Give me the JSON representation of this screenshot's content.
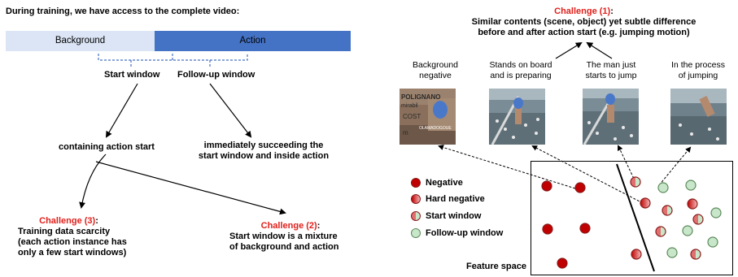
{
  "left": {
    "heading": "During training, we have access to the complete video:",
    "bar_background": "Background",
    "bar_action": "Action",
    "start_window": "Start window",
    "followup_window": "Follow-up window",
    "containing": "containing action start",
    "succeeding_l1": "immediately succeeding the",
    "succeeding_l2": "start window and inside action",
    "challenge3_title": "Challenge (3)",
    "challenge3_l1": "Training data scarcity",
    "challenge3_l2": "(each action instance has",
    "challenge3_l3": "only a few start windows)",
    "challenge2_title": "Challenge (2)",
    "challenge2_l1": "Start window is a mixture",
    "challenge2_l2": "of background and action"
  },
  "right": {
    "challenge1_title": "Challenge (1)",
    "challenge1_l1": "Similar contents (scene, object) yet subtle difference",
    "challenge1_l2": "before and after action start (e.g. jumping motion)",
    "captions": [
      [
        "Background",
        "negative"
      ],
      [
        "Stands on board",
        "and is preparing"
      ],
      [
        "The man just",
        "starts to jump"
      ],
      [
        "In the process",
        "of jumping"
      ]
    ],
    "photo1_text_l1": "POLIGNANO",
    "photo1_text_l2": "mirabil",
    "photo1_text_l3": "COST",
    "photo1_text_l4": "m",
    "photo1_text_l5": "OLAMADOGOUE",
    "legend": [
      "Negative",
      "Hard negative",
      "Start window",
      "Follow-up window"
    ],
    "feature_space": "Feature space"
  },
  "colors": {
    "accent_red": "#e0201b",
    "negative": "#c00000",
    "followup": "#c8e6c9",
    "action_bar": "#4472c4",
    "background_bar": "#dbe5f5",
    "bracket": "#4472c4"
  }
}
